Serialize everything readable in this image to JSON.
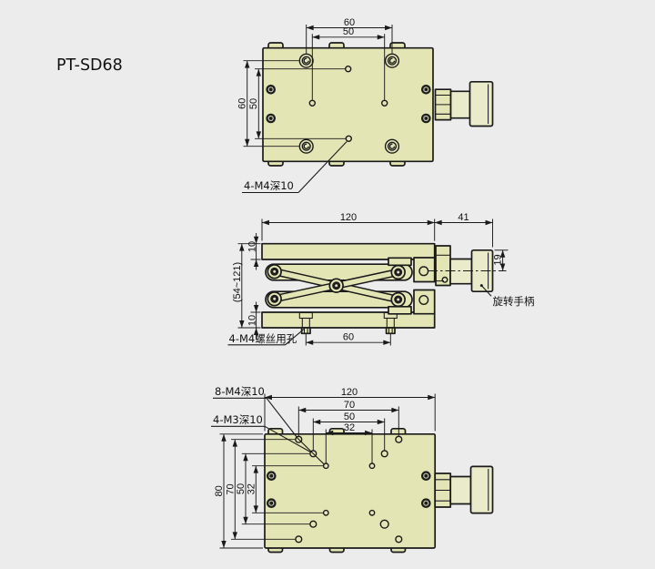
{
  "title": "PT-SD68",
  "colors": {
    "background": "#ececec",
    "body_fill": "#e3e5b4",
    "body_fill_light": "#eaebca",
    "line": "#1a1a1a",
    "text": "#111111"
  },
  "top_view": {
    "dim_x_outer": "60",
    "dim_x_inner": "50",
    "dim_y_outer": "60",
    "dim_y_inner": "50",
    "label_holes": "4-M4深10"
  },
  "side_view": {
    "dim_body_width": "120",
    "dim_handle_length": "41",
    "dim_top_plate": "10",
    "dim_bottom_plate": "10",
    "dim_height_range": "(54~121)",
    "dim_knob": "19",
    "dim_base_holes": "60",
    "label_base_holes": "4-M4螺丝用孔",
    "label_handle": "旋转手柄"
  },
  "bottom_view": {
    "dim_width": "120",
    "dim_x70": "70",
    "dim_x50": "50",
    "dim_x32": "32",
    "dim_y80": "80",
    "dim_y70": "70",
    "dim_y50": "50",
    "dim_y32": "32",
    "label_m4": "8-M4深10",
    "label_m3": "4-M3深10"
  }
}
